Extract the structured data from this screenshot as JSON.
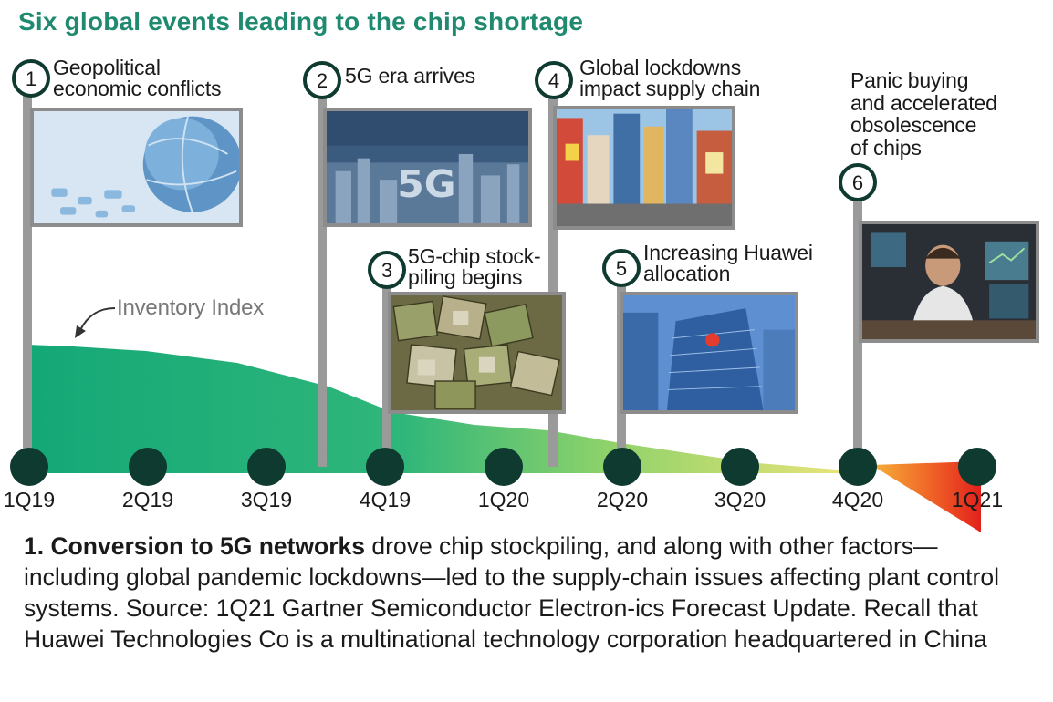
{
  "title": "Six global events leading to the chip shortage",
  "inventory_label": "Inventory Index",
  "quarters": [
    "1Q19",
    "2Q19",
    "3Q19",
    "4Q19",
    "1Q20",
    "2Q20",
    "3Q20",
    "4Q20",
    "1Q21"
  ],
  "events": [
    {
      "number": "1",
      "text": "Geopolitical\neconomic conflicts",
      "quarter": "1Q19",
      "photo": "globe puzzle"
    },
    {
      "number": "2",
      "text": "5G era arrives",
      "quarter": "3Q19",
      "photo": "5G city"
    },
    {
      "number": "3",
      "text": "5G-chip stock-\npiling begins",
      "quarter": "4Q19",
      "photo": "chips pile"
    },
    {
      "number": "4",
      "text": "Global lockdowns\nimpact supply chain",
      "quarter": "1Q20",
      "photo": "city street"
    },
    {
      "number": "5",
      "text": "Increasing Huawei\nallocation",
      "quarter": "2Q20",
      "photo": "Huawei building"
    },
    {
      "number": "6",
      "text": "Panic buying\nand accelerated\nobsolescence\nof chips",
      "quarter": "4Q20",
      "photo": "stressed trader"
    }
  ],
  "caption": {
    "lead": "1. Conversion to 5G networks",
    "body": " drove chip stockpiling, and along with other factors—including global pandemic lockdowns—led to the supply-chain issues affecting plant control systems. Source: 1Q21 Gartner Semiconductor Electron-ics Forecast Update. Recall that Huawei Technologies Co is a multinational technology corporation headquartered in China"
  },
  "colors": {
    "title": "#1f8a6f",
    "node": "#0f3a30",
    "pole": "#9a9a9a",
    "area_start": "#14a877",
    "area_mid": "#7fcf6a",
    "area_end": "#e8e070",
    "hot_start": "#f5a623",
    "hot_end": "#e8231e"
  }
}
